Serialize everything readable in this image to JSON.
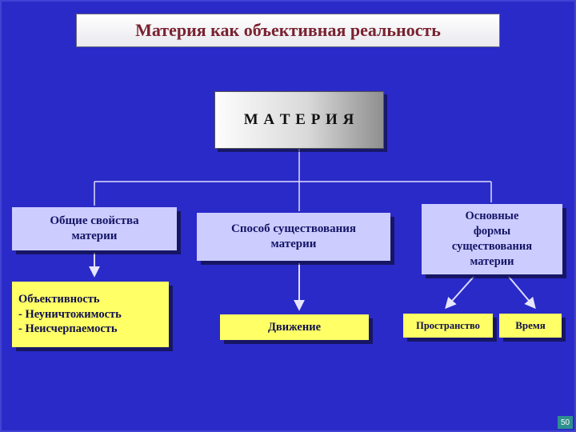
{
  "slide": {
    "title": "Материя как объективная реальность",
    "page_number": "50"
  },
  "diagram": {
    "root": "М А Т Е Р И Я",
    "left_branch": {
      "header": "Общие свойства\nматерии",
      "items": [
        "Объективность",
        "- Неуничтожимость",
        "- Неисчерпаемость"
      ]
    },
    "center_branch": {
      "header": "Способ существования\nматерии",
      "leaf": "Движение"
    },
    "right_branch": {
      "header": "Основные\nформы\nсуществования\nматерии",
      "leaf_left": "Пространство",
      "leaf_right": "Время"
    }
  },
  "colors": {
    "background": "#2A2AC8",
    "title_text": "#7A2230",
    "panel_lavender": "#CCCCFF",
    "panel_yellow": "#FFFF66",
    "connector": "#DCDCFF",
    "page_badge_bg": "#2E8F8F"
  }
}
